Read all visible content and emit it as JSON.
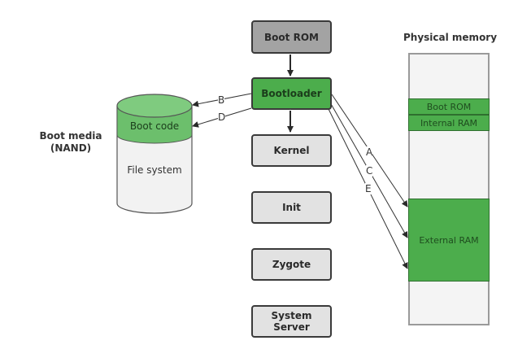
{
  "boot_media": {
    "title_line1": "Boot media",
    "title_line2": "(NAND)",
    "boot_code": "Boot code",
    "file_system": "File system"
  },
  "chain": [
    {
      "label": "Boot ROM"
    },
    {
      "label": "Bootloader"
    },
    {
      "label": "Kernel"
    },
    {
      "label": "Init"
    },
    {
      "label": "Zygote"
    },
    {
      "label": "System Server"
    }
  ],
  "memory": {
    "title": "Physical memory",
    "segments": [
      "Boot  ROM",
      "Internal RAM",
      "External RAM"
    ]
  },
  "arrows": {
    "B": "B",
    "D": "D",
    "A": "A",
    "C": "C",
    "E": "E"
  },
  "colors": {
    "green": "#4cad4c",
    "gray": "#e2e2e2",
    "dark_gray": "#a3a3a3"
  }
}
